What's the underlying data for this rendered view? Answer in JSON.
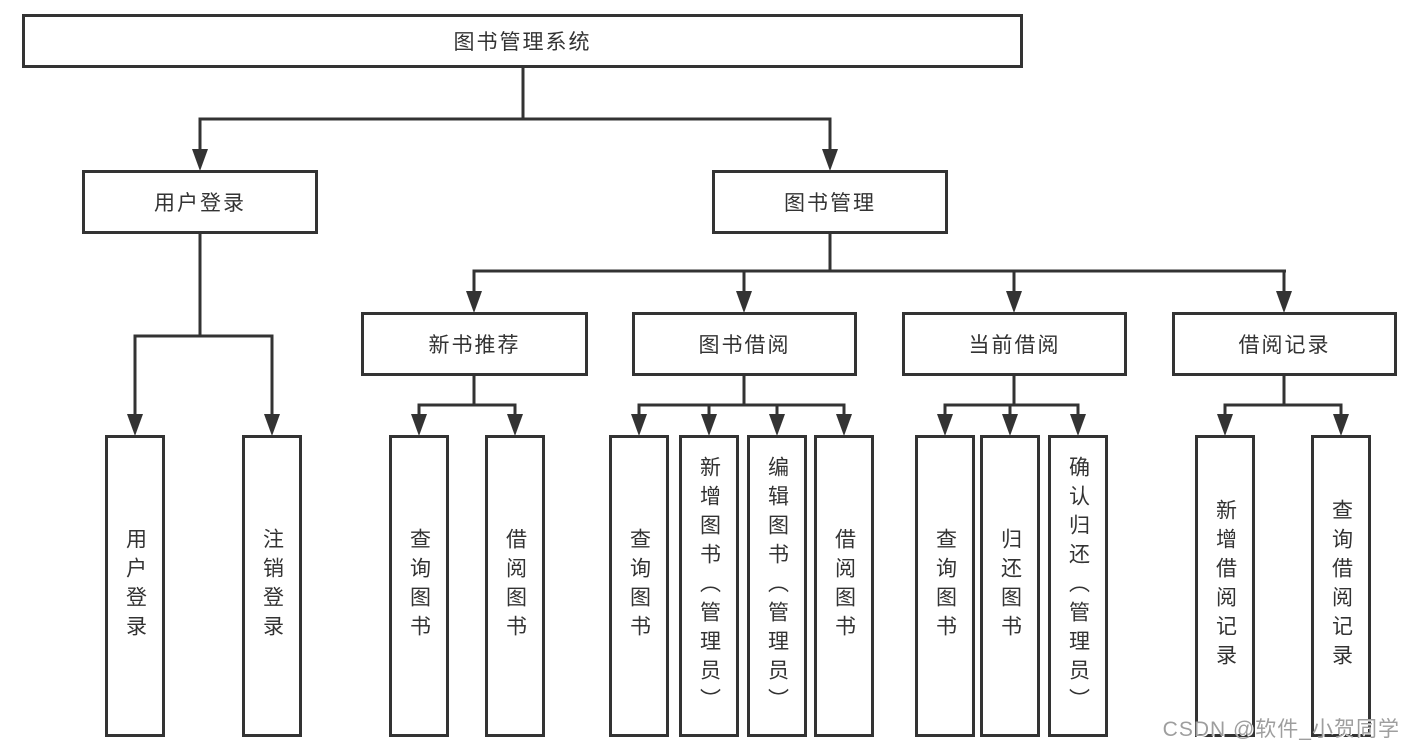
{
  "colors": {
    "line": "#333333",
    "box_border": "#333333",
    "text": "#333333",
    "background": "#ffffff",
    "watermark": "#9e9e9e"
  },
  "tree": {
    "root": {
      "label": "图书管理系统"
    },
    "level1": [
      {
        "label": "用户登录"
      },
      {
        "label": "图书管理"
      }
    ],
    "level2": [
      {
        "label": "新书推荐"
      },
      {
        "label": "图书借阅"
      },
      {
        "label": "当前借阅"
      },
      {
        "label": "借阅记录"
      }
    ],
    "leaves": [
      {
        "label": "用户登录"
      },
      {
        "label": "注销登录"
      },
      {
        "label": "查询图书"
      },
      {
        "label": "借阅图书"
      },
      {
        "label": "查询图书"
      },
      {
        "label": "新增图书（管理员）"
      },
      {
        "label": "编辑图书（管理员）"
      },
      {
        "label": "借阅图书"
      },
      {
        "label": "查询图书"
      },
      {
        "label": "归还图书"
      },
      {
        "label": "确认归还（管理员）"
      },
      {
        "label": "新增借阅记录"
      },
      {
        "label": "查询借阅记录"
      }
    ]
  },
  "watermark": {
    "text": "CSDN @软件_小贺同学"
  }
}
